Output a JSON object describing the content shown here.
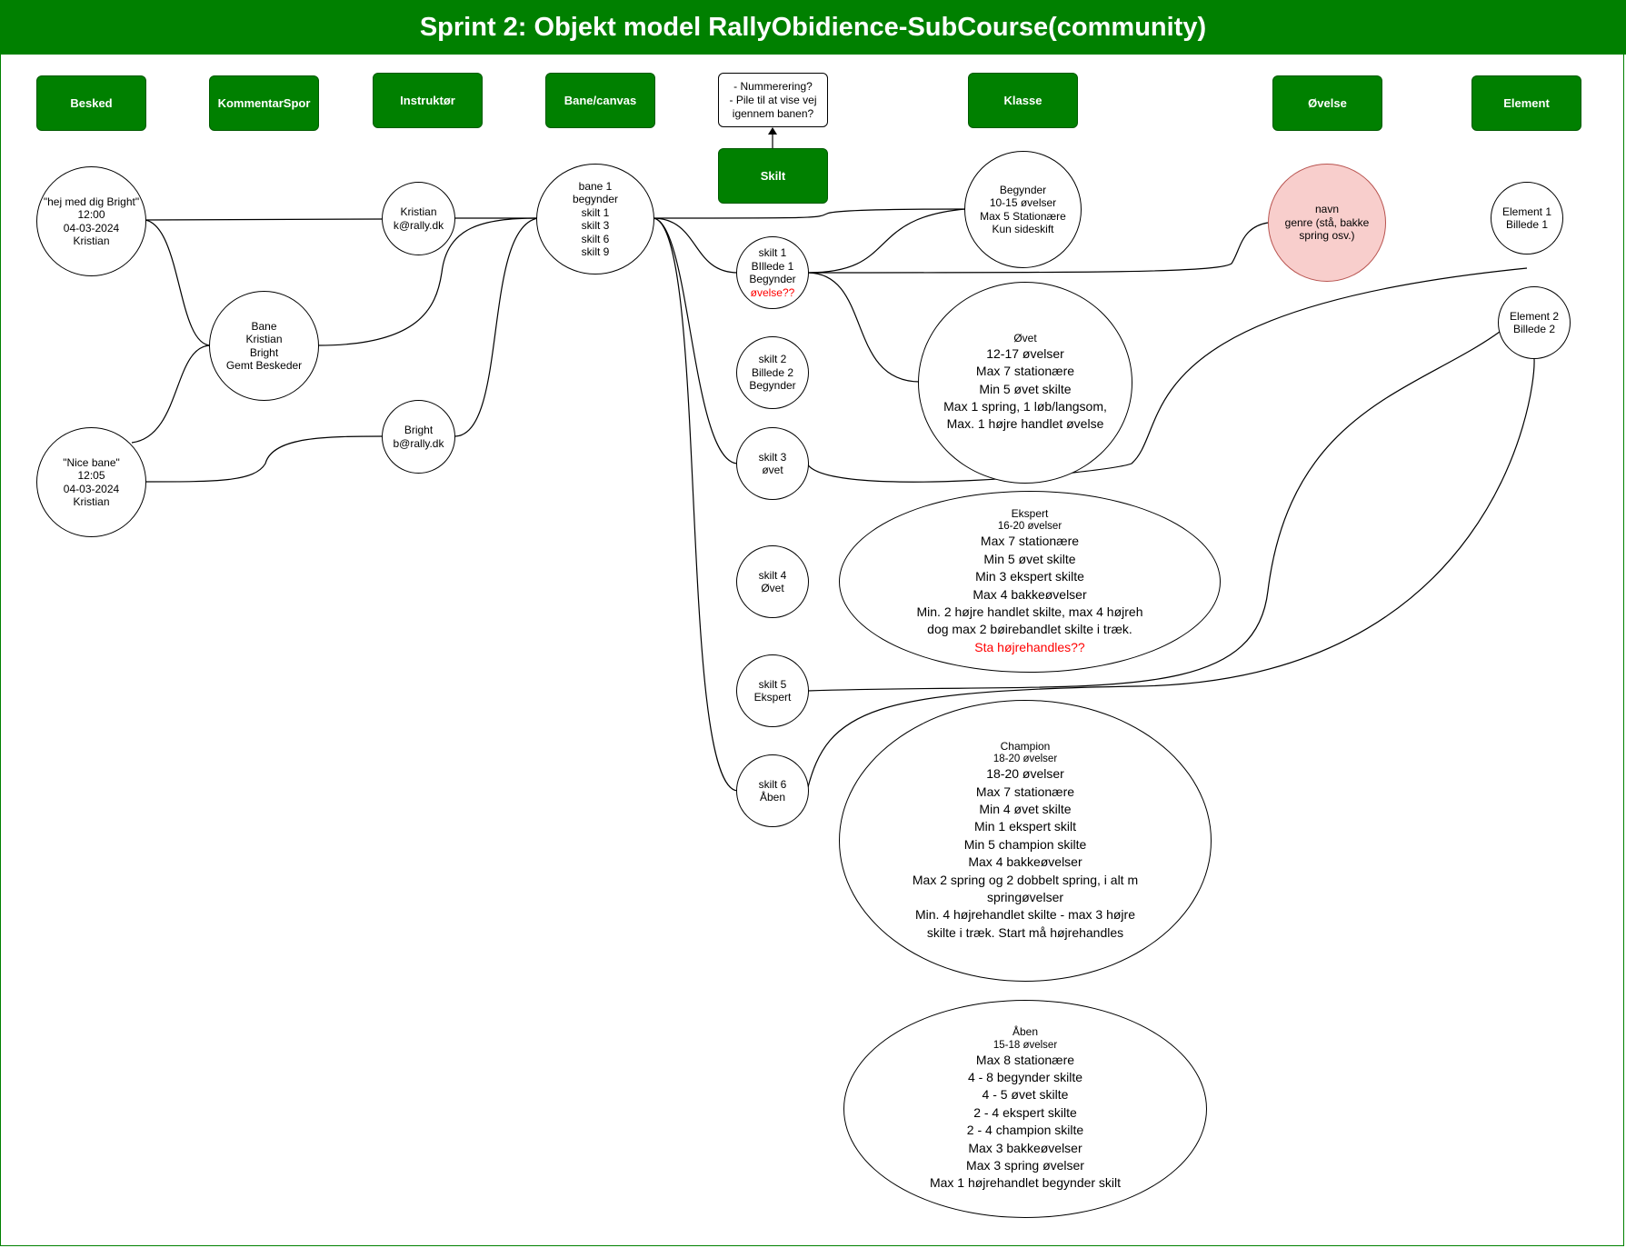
{
  "title": "Sprint 2: Objekt model RallyObidience-SubCourse(community)",
  "colors": {
    "header_green": "#008000",
    "note_pink": "#f8cecc",
    "highlight_red": "#ff0000"
  },
  "headers": {
    "besked": "Besked",
    "kommentarspor": "KommentarSpor",
    "instruktor": "Instruktør",
    "bane": "Bane/canvas",
    "skilt": "Skilt",
    "klasse": "Klasse",
    "ovelse": "Øvelse",
    "element": "Element"
  },
  "skilt_note": [
    "- Nummerering?",
    "- Pile til at vise vej",
    "igennem banen?"
  ],
  "besked": {
    "msg1": [
      "\"hej med dig Bright\"",
      "12:00",
      "04-03-2024",
      "Kristian"
    ],
    "msg2": [
      "\"Nice bane\"",
      "12:05",
      "04-03-2024",
      "Kristian"
    ]
  },
  "kommentarspor": [
    "Bane",
    "Kristian",
    "Bright",
    "Gemt Beskeder"
  ],
  "instruktor": {
    "kristian": [
      "Kristian",
      "k@rally.dk"
    ],
    "bright": [
      "Bright",
      "b@rally.dk"
    ]
  },
  "bane": [
    "bane 1",
    "begynder",
    "skilt 1",
    "skilt 3",
    "skilt 6",
    "skilt 9"
  ],
  "skilte": {
    "skilt1": [
      "skilt 1",
      "BIllede 1",
      "Begynder"
    ],
    "skilt1_note": "øvelse??",
    "skilt2": [
      "skilt 2",
      "Billede 2",
      "Begynder"
    ],
    "skilt3": [
      "skilt 3",
      "øvet"
    ],
    "skilt4": [
      "skilt 4",
      "Øvet"
    ],
    "skilt5": [
      "skilt 5",
      "Ekspert"
    ],
    "skilt6": [
      "skilt 6",
      "Åben"
    ]
  },
  "klasser": {
    "begynder": [
      "Begynder",
      "10-15 øvelser",
      "Max 5 Stationære",
      "Kun sideskift"
    ],
    "ovet_title": "Øvet",
    "ovet": [
      "12-17 øvelser",
      "Max 7 stationære",
      "Min 5 øvet skilte",
      "Max 1 spring, 1 løb/langsom,",
      "Max. 1 højre handlet øvelse"
    ],
    "ekspert_title": [
      "Ekspert",
      "16-20 øvelser"
    ],
    "ekspert": [
      "Max 7 stationære",
      "Min 5 øvet skilte",
      "Min 3 ekspert skilte",
      "Max 4 bakkeøvelser",
      "Min. 2 højre handlet skilte, max 4 højreh",
      "dog max 2 bøirebandlet skilte i træk."
    ],
    "ekspert_note": "Sta højrehandles??",
    "champion_title": [
      "Champion",
      "18-20 øvelser"
    ],
    "champion": [
      "18-20 øvelser",
      "Max 7 stationære",
      "Min 4 øvet skilte",
      "Min 1 ekspert skilt",
      "Min 5 champion skilte",
      "Max 4 bakkeøvelser",
      "Max 2 spring og 2 dobbelt spring, i alt m",
      "springøvelser",
      "Min. 4 højrehandlet skilte - max 3 højre",
      "skilte i træk. Start må højrehandles"
    ],
    "aben_title": [
      "Åben",
      "15-18 øvelser"
    ],
    "aben": [
      "Max 8 stationære",
      "4 - 8 begynder skilte",
      "4 - 5 øvet skilte",
      "2 - 4 ekspert skilte",
      "2 - 4 champion skilte",
      "Max 3 bakkeøvelser",
      "Max 3 spring øvelser",
      "Max 1 højrehandlet begynder skilt"
    ]
  },
  "ovelse": [
    "navn",
    "genre (stå, bakke",
    "spring osv.)"
  ],
  "elements": {
    "element1": [
      "Element 1",
      "Billede 1"
    ],
    "element2": [
      "Element 2",
      "Billede 2"
    ]
  }
}
